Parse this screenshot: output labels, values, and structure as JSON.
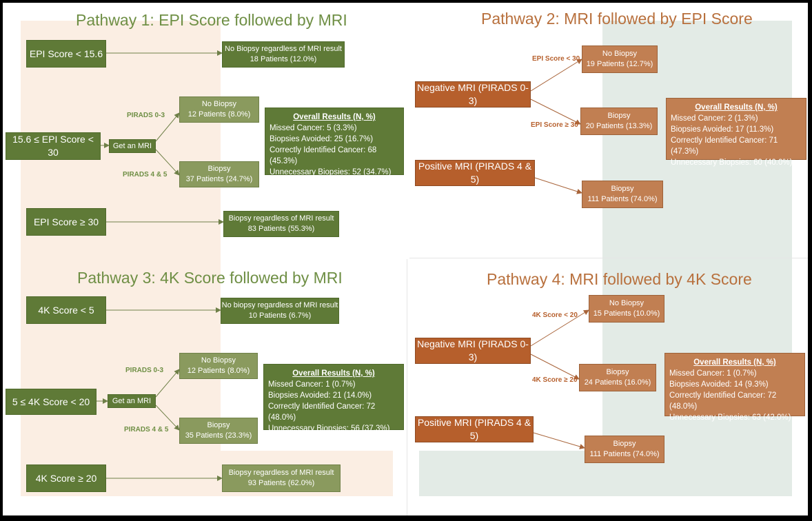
{
  "pathway1": {
    "title": "Pathway 1: EPI Score followed by MRI",
    "start1": "EPI Score < 15.6",
    "out1": [
      "No Biopsy regardless of MRI result",
      "18 Patients (12.0%)"
    ],
    "start2": "15.6 ≤ EPI Score < 30",
    "mri": "Get an MRI",
    "label_a": "PIRADS 0-3",
    "label_b": "PIRADS 4 & 5",
    "out2a": [
      "No Biopsy",
      "12 Patients (8.0%)"
    ],
    "out2b": [
      "Biopsy",
      "37 Patients (24.7%)"
    ],
    "start3": "EPI Score ≥ 30",
    "out3": [
      "Biopsy regardless of MRI result",
      "83 Patients (55.3%)"
    ],
    "results": {
      "heading": "Overall Results (N, %)",
      "lines": [
        "Missed Cancer: 5 (3.3%)",
        "Biopsies Avoided: 25 (16.7%)",
        "Correctly Identified Cancer: 68 (45.3%)",
        "Unnecessary Biopsies: 52 (34.7%)"
      ]
    }
  },
  "pathway2": {
    "title": "Pathway 2: MRI followed by EPI Score",
    "neg": "Negative MRI (PIRADS 0-3)",
    "label_a": "EPI Score < 30",
    "label_b": "EPI Score ≥ 30",
    "out_a": [
      "No Biopsy",
      "19 Patients (12.7%)"
    ],
    "out_b": [
      "Biopsy",
      "20 Patients (13.3%)"
    ],
    "pos": "Positive MRI (PIRADS 4 & 5)",
    "out_pos": [
      "Biopsy",
      "111 Patients (74.0%)"
    ],
    "results": {
      "heading": "Overall Results (N, %)",
      "lines": [
        "Missed Cancer: 2 (1.3%)",
        "Biopsies Avoided: 17 (11.3%)",
        "Correctly Identified Cancer: 71 (47.3%)",
        "Unnecessary Biopsies: 60 (40.0%)"
      ]
    }
  },
  "pathway3": {
    "title": "Pathway 3: 4K Score followed by MRI",
    "start1": "4K Score < 5",
    "out1": [
      "No biopsy regardless of MRI result",
      "10 Patients (6.7%)"
    ],
    "start2": "5 ≤ 4K Score < 20",
    "mri": "Get an MRI",
    "label_a": "PIRADS 0-3",
    "label_b": "PIRADS 4 & 5",
    "out2a": [
      "No Biopsy",
      "12 Patients (8.0%)"
    ],
    "out2b": [
      "Biopsy",
      "35 Patients (23.3%)"
    ],
    "start3": "4K Score ≥ 20",
    "out3": [
      "Biopsy regardless of MRI result",
      "93 Patients (62.0%)"
    ],
    "results": {
      "heading": "Overall Results (N, %)",
      "lines": [
        "Missed Cancer: 1 (0.7%)",
        "Biopsies Avoided: 21 (14.0%)",
        "Correctly Identified Cancer: 72 (48.0%)",
        "Unnecessary Biopsies: 56 (37.3%)"
      ]
    }
  },
  "pathway4": {
    "title": "Pathway 4: MRI followed by 4K Score",
    "neg": "Negative MRI (PIRADS 0-3)",
    "label_a": "4K Score < 20",
    "label_b": "4K Score ≥ 20",
    "out_a": [
      "No Biopsy",
      "15 Patients (10.0%)"
    ],
    "out_b": [
      "Biopsy",
      "24 Patients (16.0%)"
    ],
    "pos": "Positive MRI (PIRADS 4 & 5)",
    "out_pos": [
      "Biopsy",
      "111 Patients (74.0%)"
    ],
    "results": {
      "heading": "Overall Results (N, %)",
      "lines": [
        "Missed Cancer: 1 (0.7%)",
        "Biopsies Avoided: 14 (9.3%)",
        "Correctly Identified Cancer: 72 (48.0%)",
        "Unnecessary Biopsies: 63 (42.0%)"
      ]
    }
  },
  "colors": {
    "green_dark": "#5f7a37",
    "green_light": "#8a9a5e",
    "orange_dark": "#b65f2c",
    "orange_light": "#c17f52",
    "watermark_orange": "#fbeee3",
    "watermark_green": "#e3ebe6"
  }
}
